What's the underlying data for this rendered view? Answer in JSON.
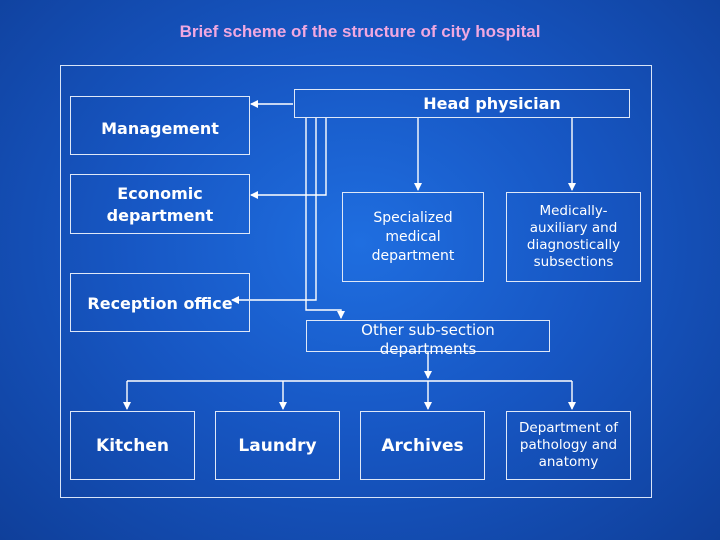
{
  "title": "Brief scheme of the structure of city hospital",
  "nodes": {
    "head_physician": "Head physician",
    "management": "Management",
    "economic": "Economic department",
    "reception": "Reception office",
    "specialized": "Specialized medical department",
    "medically_aux": "Medically-auxiliary and diagnostically subsections",
    "other": "Other sub-section departments",
    "kitchen": "Kitchen",
    "laundry": "Laundry",
    "archives": "Archives",
    "pathology": "Department of pathology and anatomy"
  }
}
